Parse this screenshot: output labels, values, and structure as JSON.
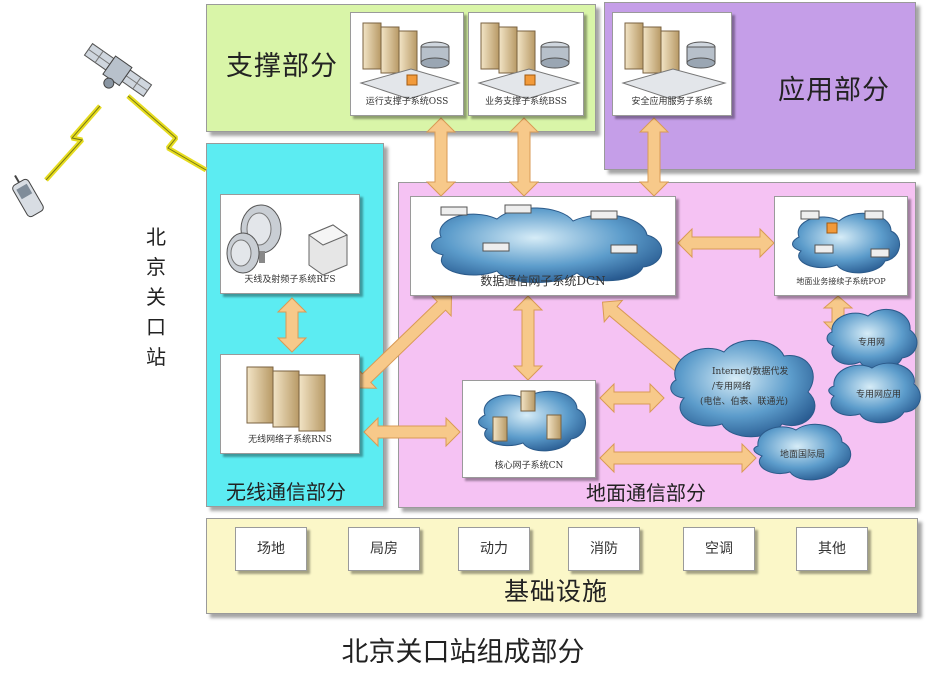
{
  "caption": "北京关口站组成部分",
  "side_label": "北京关口站",
  "regions": {
    "support": "支撑部分",
    "application": "应用部分",
    "wireless": "无线通信部分",
    "ground": "地面通信部分",
    "infrastructure": "基础设施"
  },
  "subsystems": {
    "oss": "运行支撑子系统OSS",
    "bss": "业务支撑子系统BSS",
    "security": "安全应用服务子系统",
    "rfs": "天线及射频子系统RFS",
    "rns": "无线网络子系统RNS",
    "dcn": "数据通信网子系统DCN",
    "pop": "地面业务接续子系统POP",
    "cn": "核心网子系统CN"
  },
  "clouds": {
    "internet_line1": "Internet/数据代发",
    "internet_line2": "/专用网络",
    "internet_line3": "(电信、伯表、联通光)",
    "gov1": "专用网",
    "gov2": "专用网应用",
    "intl": "地面国际局"
  },
  "infrastructure_items": [
    "场地",
    "局房",
    "动力",
    "消防",
    "空调",
    "其他"
  ],
  "colors": {
    "support_bg": "#d9f5a8",
    "application_bg": "#c59ee8",
    "wireless_bg": "#5cecf2",
    "ground_bg": "#f5c2f3",
    "infra_bg": "#fbf7c8",
    "arrow": "#f7c98a",
    "arrow_stroke": "#d99a55",
    "lightning": "#f7f020"
  }
}
